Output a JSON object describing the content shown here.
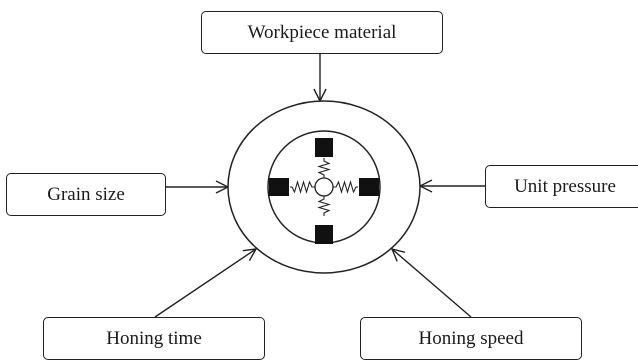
{
  "diagram": {
    "title": "",
    "center_label": "",
    "inputs": [
      {
        "id": "workpiece",
        "label": "Workpiece material"
      },
      {
        "id": "grain",
        "label": "Grain size"
      },
      {
        "id": "unit",
        "label": "Unit pressure"
      },
      {
        "id": "time",
        "label": "Honing time"
      },
      {
        "id": "speed",
        "label": "Honing speed"
      }
    ]
  },
  "colors": {
    "stroke": "#222222",
    "fill_blocks": "#111111",
    "background": "#ffffff"
  }
}
